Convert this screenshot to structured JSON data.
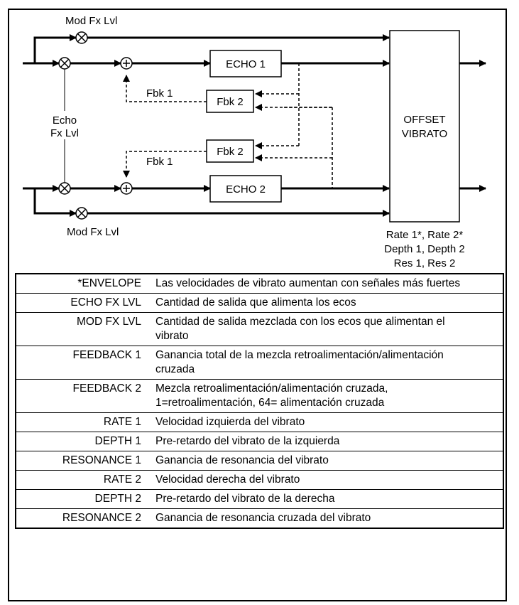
{
  "diagram": {
    "labels": {
      "mod_fx_top": "Mod Fx Lvl",
      "mod_fx_bottom": "Mod Fx Lvl",
      "echo_fx_line1": "Echo",
      "echo_fx_line2": "Fx Lvl",
      "fbk1_top": "Fbk 1",
      "fbk1_bottom": "Fbk 1",
      "rate_line": "Rate 1*, Rate 2*",
      "depth_line": "Depth 1, Depth 2",
      "res_line": "Res 1, Res 2"
    },
    "blocks": {
      "echo1": "ECHO 1",
      "echo2": "ECHO 2",
      "fbk2_top": "Fbk 2",
      "fbk2_bottom": "Fbk 2",
      "vibrato_line1": "OFFSET",
      "vibrato_line2": "VIBRATO"
    }
  },
  "parameters": [
    {
      "name": "*ENVELOPE",
      "desc": "Las velocidades de vibrato aumentan con señales más fuertes"
    },
    {
      "name": "ECHO FX LVL",
      "desc": "Cantidad de salida que alimenta los ecos"
    },
    {
      "name": "MOD FX LVL",
      "desc": "Cantidad de salida mezclada con los ecos que alimentan el vibrato"
    },
    {
      "name": "FEEDBACK 1",
      "desc": "Ganancia total de la mezcla retroalimentación/alimentación cruzada"
    },
    {
      "name": "FEEDBACK 2",
      "desc": "Mezcla retroalimentación/alimentación cruzada, 1=retroalimentación, 64= alimentación cruzada"
    },
    {
      "name": "RATE 1",
      "desc": "Velocidad izquierda del vibrato"
    },
    {
      "name": "DEPTH 1",
      "desc": "Pre-retardo del vibrato de la izquierda"
    },
    {
      "name": "RESONANCE 1",
      "desc": "Ganancia de resonancia del vibrato"
    },
    {
      "name": "RATE 2",
      "desc": "Velocidad derecha del vibrato"
    },
    {
      "name": "DEPTH 2",
      "desc": "Pre-retardo del vibrato de la derecha"
    },
    {
      "name": "RESONANCE 2",
      "desc": "Ganancia de resonancia cruzada del vibrato"
    }
  ]
}
